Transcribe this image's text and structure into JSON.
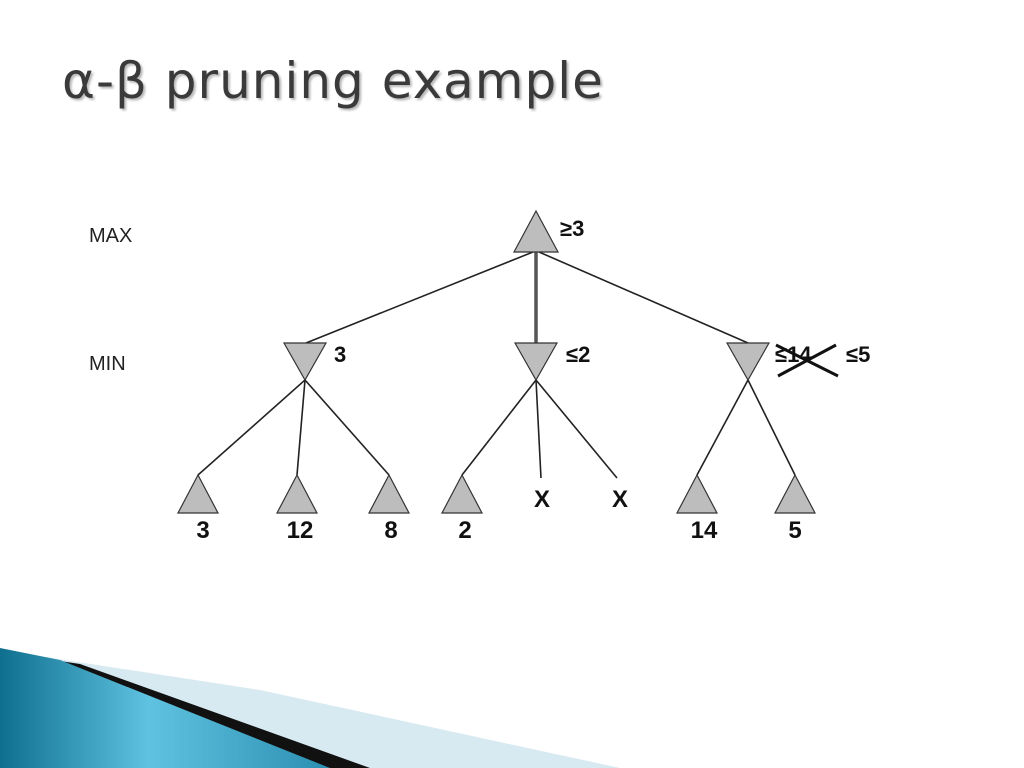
{
  "slide": {
    "title": "α-β pruning example"
  },
  "tree": {
    "levels": {
      "max_label": "MAX",
      "min_label": "MIN"
    },
    "root": {
      "label": "≥3"
    },
    "min_nodes": [
      {
        "label": "3"
      },
      {
        "label": "≤2"
      },
      {
        "label_struck": "≤14",
        "label": "≤5"
      }
    ],
    "leaves": [
      {
        "value": "3"
      },
      {
        "value": "12"
      },
      {
        "value": "8"
      },
      {
        "value": "2"
      },
      {
        "value": "X"
      },
      {
        "value": "X"
      },
      {
        "value": "14"
      },
      {
        "value": "5"
      }
    ]
  },
  "theme": {
    "title_color": "#3a3a3a",
    "node_fill": "#bdbdbd",
    "ribbon_dark": "#0f6f8f",
    "ribbon_light": "#5fc2e0",
    "ribbon_pale": "#d7e9f1"
  }
}
